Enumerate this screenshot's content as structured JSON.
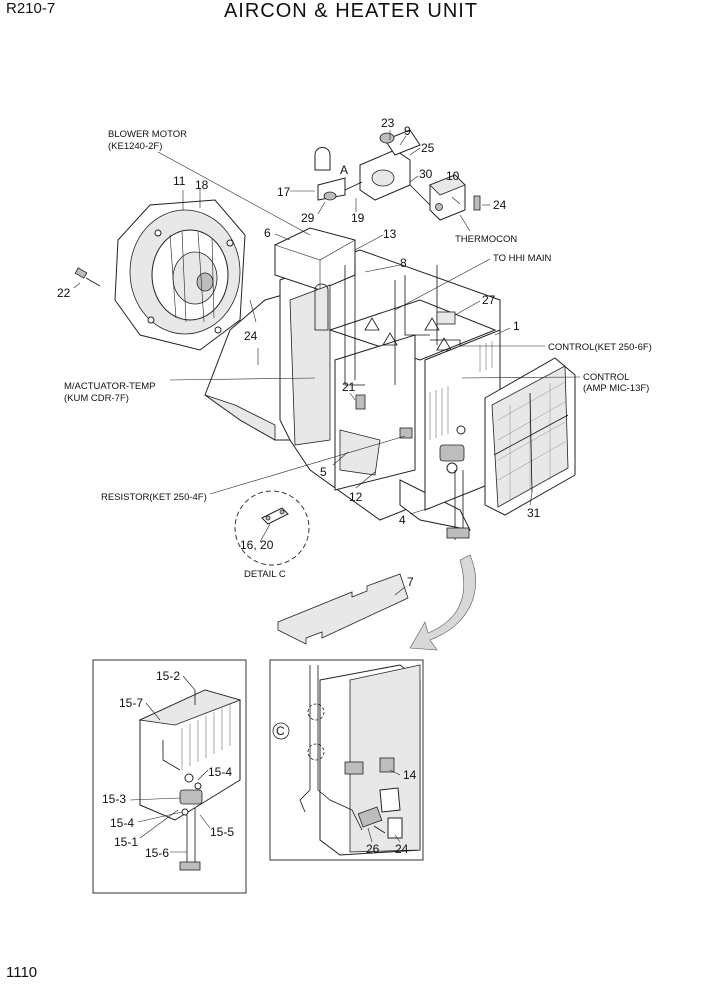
{
  "header": {
    "model": "R210-7",
    "title": "AIRCON & HEATER UNIT"
  },
  "footer": {
    "page_number": "1110"
  },
  "callouts": {
    "blower_motor": "BLOWER MOTOR",
    "blower_motor_code": "(KE1240-2F)",
    "thermocon": "THERMOCON",
    "to_hhi_main": "TO HHI MAIN",
    "control_ket": "CONTROL(KET 250-6F)",
    "control": "CONTROL",
    "control_amp": "(AMP MIC-13F)",
    "m_actuator": "M/ACTUATOR-TEMP",
    "m_actuator_code": "(KUM CDR-7F)",
    "resistor": "RESISTOR(KET 250-4F)",
    "detail_c": "DETAIL C",
    "detail_marker": "C",
    "arrow_marker": "A"
  },
  "part_numbers": {
    "p1": "1",
    "p4": "4",
    "p5": "5",
    "p6": "6",
    "p7": "7",
    "p8": "8",
    "p9": "9",
    "p10": "10",
    "p11": "11",
    "p12": "12",
    "p13": "13",
    "p17": "17",
    "p18": "18",
    "p19": "19",
    "p21": "21",
    "p22": "22",
    "p23": "23",
    "p24a": "24",
    "p24b": "24",
    "p24c": "24",
    "p25": "25",
    "p27": "27",
    "p29": "29",
    "p30": "30",
    "p31": "31",
    "p1620": "16, 20",
    "p14": "14",
    "p26": "26"
  },
  "sub_parts": {
    "s152": "15-2",
    "s157": "15-7",
    "s154a": "15-4",
    "s153": "15-3",
    "s154b": "15-4",
    "s155": "15-5",
    "s151": "15-1",
    "s156": "15-6"
  }
}
